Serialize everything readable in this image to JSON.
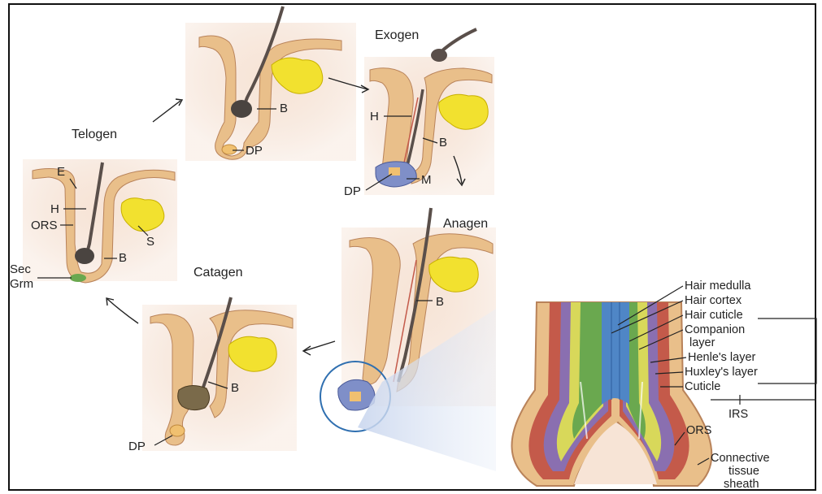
{
  "stages": {
    "exogen": "Exogen",
    "telogen": "Telogen",
    "anagen": "Anagen",
    "catagen": "Catagen"
  },
  "labels": {
    "b": "B",
    "dp": "DP",
    "h": "H",
    "m": "M",
    "e": "E",
    "ors": "ORS",
    "s": "S",
    "sec": "Sec",
    "grm": "Grm"
  },
  "layers": {
    "hair_medulla": "Hair medulla",
    "hair_cortex": "Hair cortex",
    "hair_cuticle": "Hair cuticle",
    "companion_1": "Companion",
    "companion_2": "layer",
    "henles": "Henle's layer",
    "huxleys": "Huxley's layer",
    "cuticle": "Cuticle",
    "irs": "IRS",
    "ors": "ORS",
    "cts_1": "Connective",
    "cts_2": "tissue",
    "cts_3": "sheath"
  },
  "colors": {
    "skin_bg": "#f3dccb",
    "epidermis": "#e9bf8a",
    "epidermis_edge": "#b9835a",
    "hair": "#5a4f4a",
    "gland": "#f2e12f",
    "matrix_blue": "#7f8fc8",
    "papilla": "#f0c070",
    "green_layer": "#6aa84f",
    "red_layer": "#c45a4a",
    "purple_layer": "#8a6fb0",
    "yellow_layer": "#d8d85a",
    "medulla_blue": "#4f86c6",
    "zoom_circle": "#2f6fb0"
  }
}
